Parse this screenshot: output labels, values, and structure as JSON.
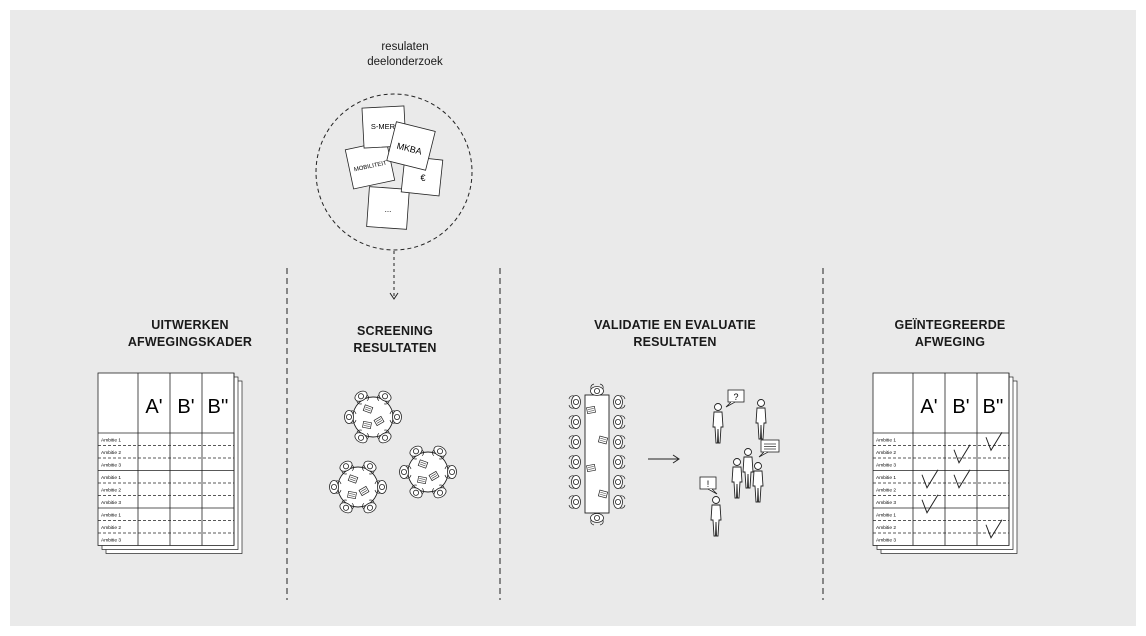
{
  "caption": {
    "line1": "resulaten",
    "line2": "deelonderzoek"
  },
  "cards": [
    {
      "label": "S-MER"
    },
    {
      "label": "MKBA"
    },
    {
      "label": "MOBILITEIT"
    },
    {
      "label": "€"
    },
    {
      "label": "..."
    }
  ],
  "phases": [
    {
      "title_line1": "UITWERKEN",
      "title_line2": "AFWEGINGSKADER"
    },
    {
      "title_line1": "SCREENING",
      "title_line2": "RESULTATEN"
    },
    {
      "title_line1": "VALIDATIE EN EVALUATIE",
      "title_line2": "RESULTATEN"
    },
    {
      "title_line1": "GEÏNTEGREERDE",
      "title_line2": "AFWEGING"
    }
  ],
  "matrix": {
    "columns": [
      "A'",
      "B'",
      "B''"
    ],
    "rows": [
      "Ambitie 1",
      "Ambitie 2",
      "Ambitie 3",
      "Ambitie 1",
      "Ambitie 2",
      "Ambitie 3",
      "Ambitie 1",
      "Ambitie 2",
      "Ambitie 3"
    ]
  },
  "checks": [
    {
      "row": 1,
      "col": 1
    },
    {
      "row": 0,
      "col": 2
    },
    {
      "row": 3,
      "col": 0
    },
    {
      "row": 3,
      "col": 1
    },
    {
      "row": 5,
      "col": 0
    },
    {
      "row": 7,
      "col": 2
    }
  ],
  "speech_bubbles": {
    "question": "?",
    "exclamation": "!"
  }
}
